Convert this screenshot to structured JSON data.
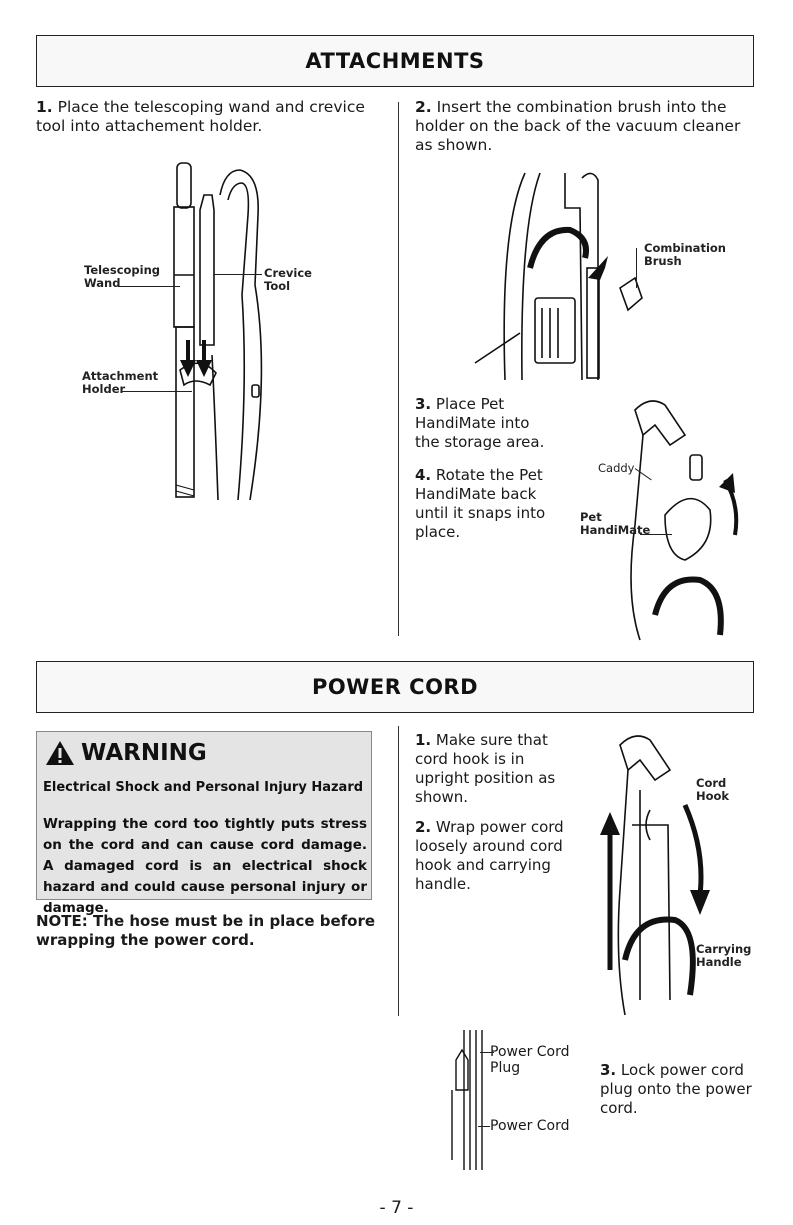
{
  "attachments": {
    "title": "ATTACHMENTS",
    "step1": {
      "num": "1.",
      "text": "Place the telescoping wand and crevice tool into attachement holder."
    },
    "step2": {
      "num": "2.",
      "text": "Insert the combination brush into the holder on the back of the vacuum cleaner as shown."
    },
    "step3": {
      "num": "3.",
      "text": "Place Pet HandiMate into the storage area."
    },
    "step4": {
      "num": "4.",
      "text": "Rotate the Pet HandiMate back until it snaps into place."
    },
    "labels": {
      "telescoping_wand": [
        "Telescoping",
        "Wand"
      ],
      "crevice_tool": [
        "Crevice",
        "Tool"
      ],
      "attachment_holder": [
        "Attachment",
        "Holder"
      ],
      "combination_brush": [
        "Combination",
        "Brush"
      ],
      "caddy": "Caddy",
      "pet_handimate": [
        "Pet",
        "HandiMate"
      ]
    }
  },
  "power_cord": {
    "title": "POWER CORD",
    "warning": {
      "title": "WARNING",
      "subtitle": "Electrical Shock and Personal Injury Hazard",
      "text": "Wrapping the cord too tightly puts stress on the cord and can cause cord damage. A damaged cord is an electrical shock hazard and could cause personal injury or damage."
    },
    "note": {
      "label": "NOTE:",
      "text": "The hose must be in place before wrapping the power cord."
    },
    "step1": {
      "num": "1.",
      "text": "Make sure that cord hook is in upright position as shown."
    },
    "step2": {
      "num": "2.",
      "text": "Wrap power cord loosely around cord hook and carrying handle."
    },
    "step3": {
      "num": "3.",
      "text": "Lock power cord plug onto the power cord."
    },
    "labels": {
      "cord_hook": [
        "Cord",
        "Hook"
      ],
      "carrying_handle": [
        "Carrying",
        "Handle"
      ],
      "power_cord_plug": [
        "Power Cord",
        "Plug"
      ],
      "power_cord": "Power Cord"
    }
  },
  "page_number": "- 7 -"
}
